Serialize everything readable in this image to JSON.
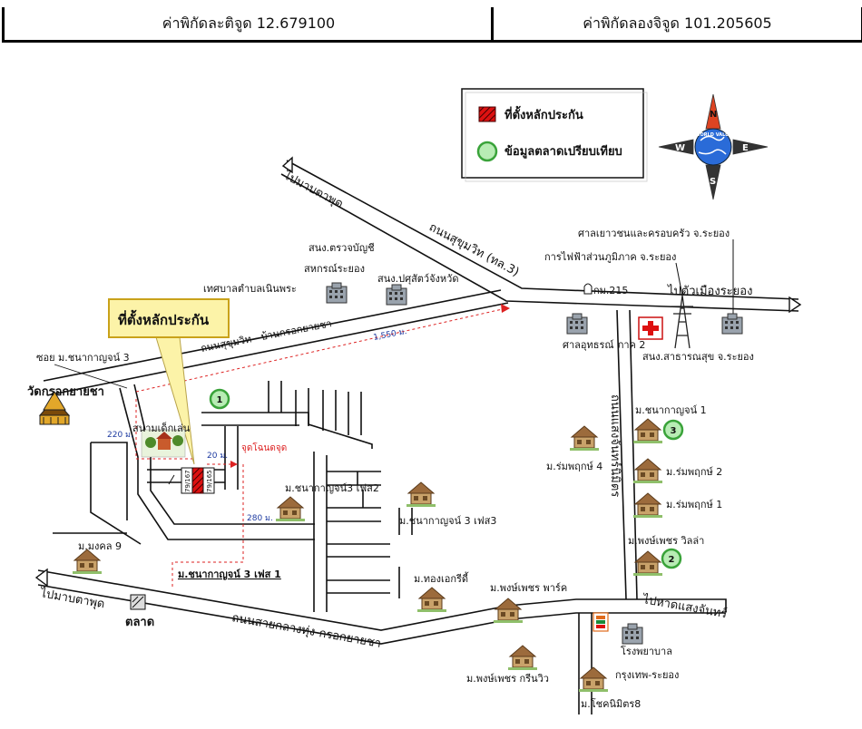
{
  "header": {
    "latitude": "ค่าพิกัดละติจูด 12.679100",
    "longitude": "ค่าพิกัดลองจิจูด 101.205605"
  },
  "legend": {
    "subject": "ที่ตั้งหลักประกัน",
    "comparable": "ข้อมูลตลาดเปรียบเทียบ"
  },
  "callout": "ที่ตั้งหลักประกัน",
  "compass": {
    "north": "N",
    "south": "S",
    "east": "E",
    "west": "W",
    "badge": "WORLD VALUATION"
  },
  "roads": {
    "sukhumvit": "ถนนสุขุมวิท (ทล.3)",
    "sukhumvit_local": "ถนนสุขุมวิท - บ้านกรอกยายชา",
    "klang_thung": "ถนนสายกลางทุ่ง-กรอกยายชา",
    "saeng_chan": "ถนนแสงจันทร์นิมิตร",
    "to_ta_phut_1": "ไปมาบตาพุด",
    "to_ta_phut_2": "ไปมาบตาพุด",
    "to_rayong": "ไปตัวเมืองระยอง",
    "to_beach": "ไปหาดแสงจันทร์",
    "soi": "ซอย ม.ชนากาญจน์ 3",
    "phase": "ม.ชนากาญจน์ 3 เฟส 1",
    "junction": "จุดโฉนดจุด"
  },
  "distances": {
    "d1": "1,550 ม.",
    "d2": "220 ม.",
    "d3": "20 ม.",
    "d4": "280 ม."
  },
  "places": {
    "audit": "สนง.ตรวจบัญชี",
    "coop": "สหกรณ์ระยอง",
    "municipality": "เทศบาลตำบลเนินพระ",
    "livestock": "สนง.ปศุสัตว์จังหวัด",
    "youth_court": "ศาลเยาวชนและครอบครัว จ.ระยอง",
    "pea": "การไฟฟ้าส่วนภูมิภาค จ.ระยอง",
    "km": "กม.215",
    "court": "ศาลอุทธรณ์ ภาค 2",
    "health": "สนง.สาธารณสุข จ.ระยอง",
    "temple": "วัดกรอกยายชา",
    "playground": "สนามเด็กเล่น",
    "market": "ตลาด",
    "hospital1": "โรงพยาบาล",
    "hospital2": "กรุงเทพ-ระยอง",
    "plot1": "79/167",
    "plot2": "79/165"
  },
  "villages": {
    "v1": "ม.ชนากาญจน์ 1",
    "v2": "ม.ร่มพฤกษ์ 2",
    "v3": "ม.ร่มพฤกษ์ 1",
    "v4": "ม.ร่มพฤกษ์ 4",
    "v5": "ม.พงษ์เพชร วิลล่า",
    "v6": "ม.ชนากาญจน์3 เฟส2",
    "v7": "ม.ชนากาญจน์ 3 เฟส3",
    "v8": "ม.มงคล 9",
    "v9": "ม.ทองเอกรีดี้",
    "v10": "ม.พงษ์เพชร พาร์ค",
    "v11": "ม.พงษ์เพชร กรีนวิว",
    "v12": "ม.โชคนิมิตร8"
  },
  "markers": {
    "m1": "1",
    "m2": "2",
    "m3": "3"
  }
}
